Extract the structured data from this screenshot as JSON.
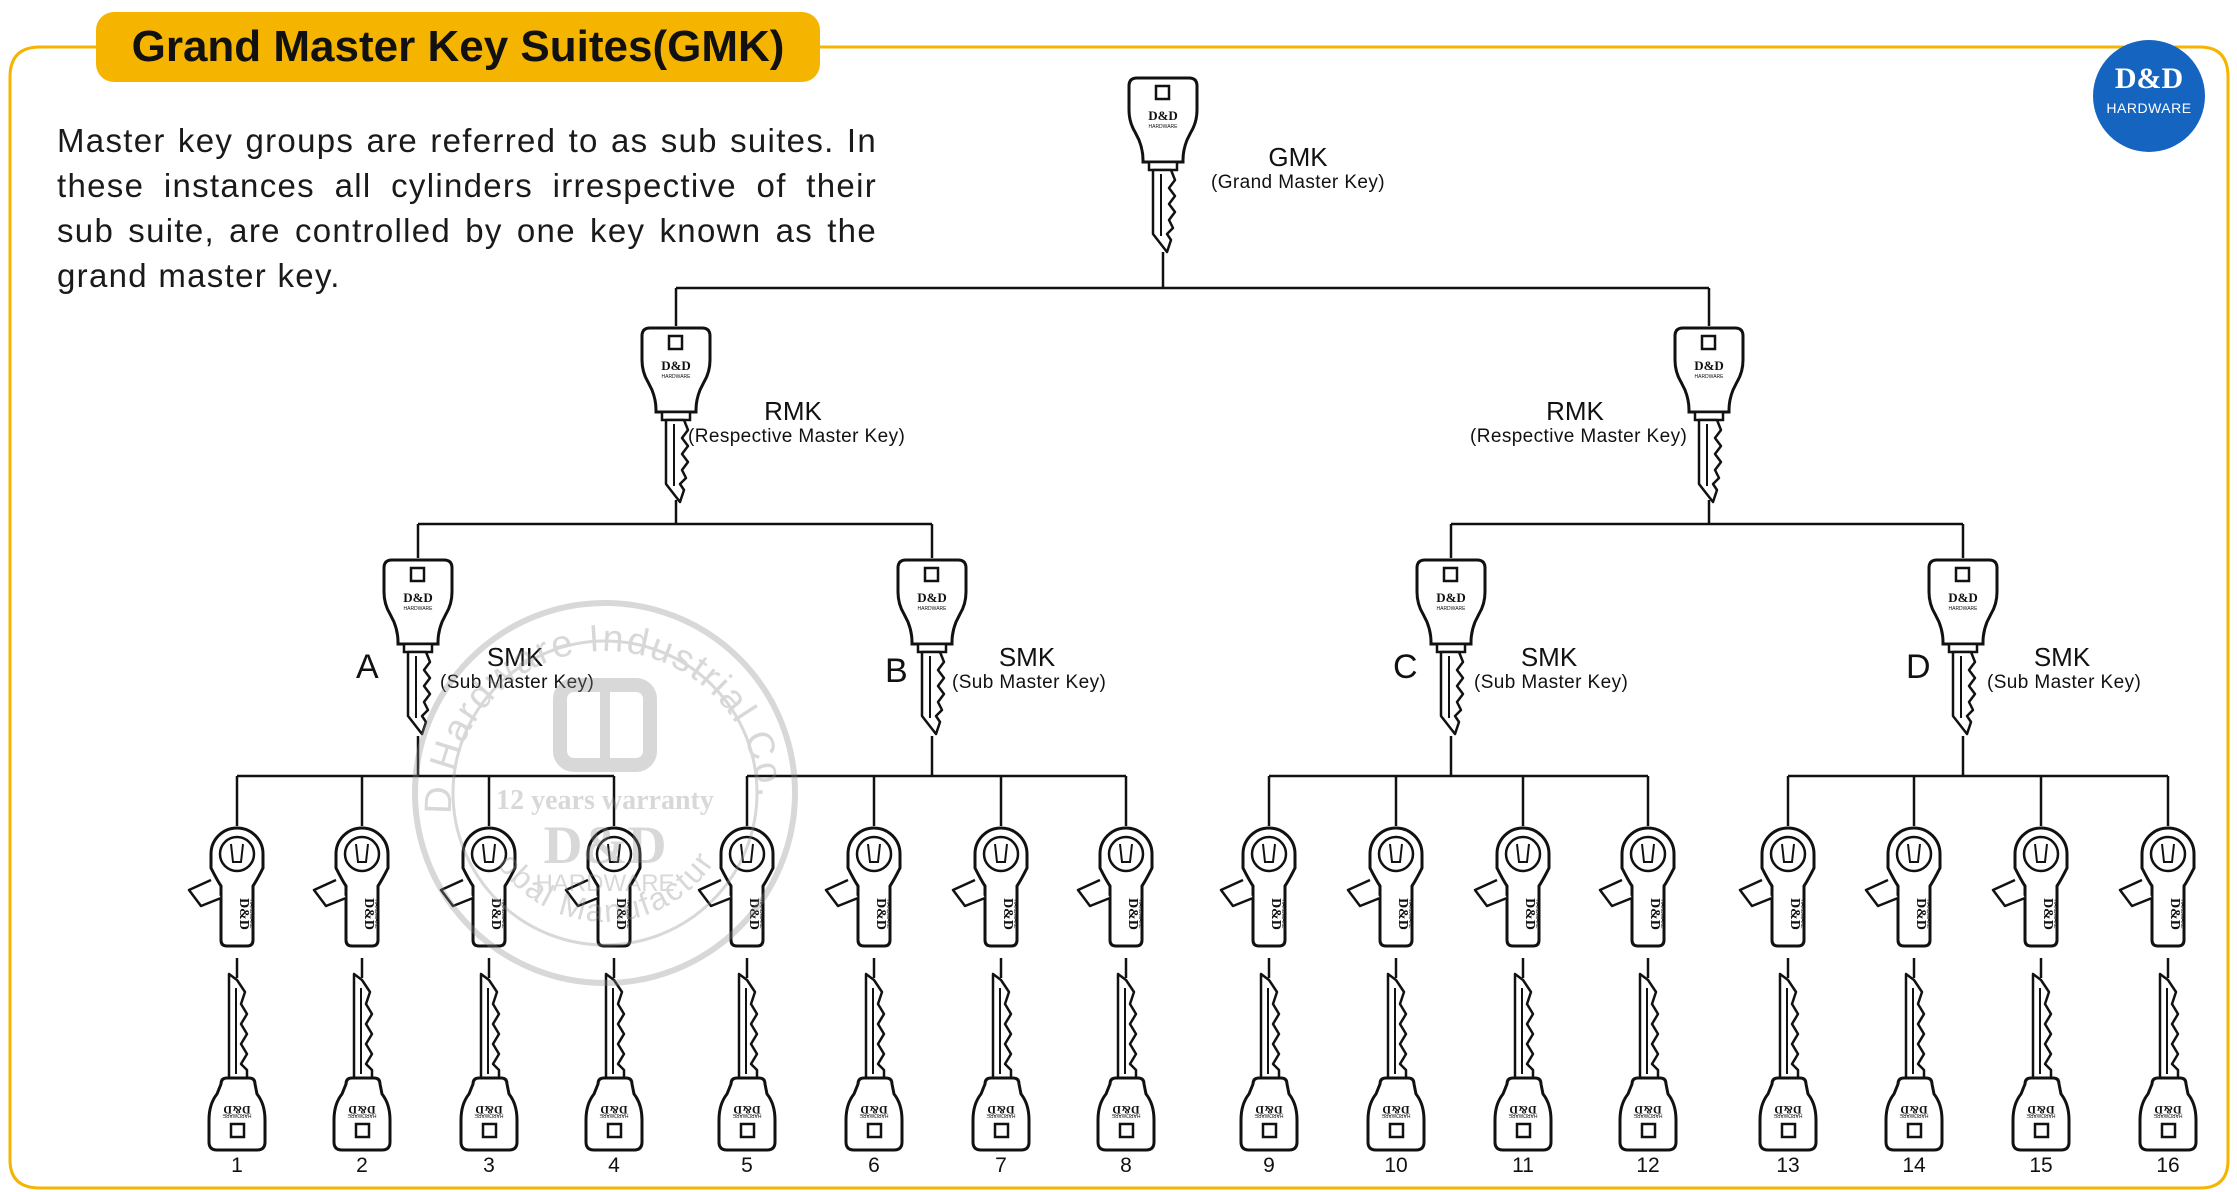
{
  "title": "Grand Master Key Suites(GMK)",
  "description": "Master key groups are referred to as sub suites. In these instances all cylinders irrespective of their sub suite, are controlled by one key known as the grand master key.",
  "brand": {
    "logo_text": "D&D",
    "logo_subtext": "HARDWARE",
    "logo_color": "#1565c0",
    "accent_color": "#f5b400",
    "key_stamp": "D&D",
    "key_stamp_sub": "HARDWARE"
  },
  "hierarchy": {
    "gmk": {
      "abbr": "GMK",
      "full": "(Grand Master Key)"
    },
    "rmk": [
      {
        "abbr": "RMK",
        "full": "(Respective Master Key)"
      },
      {
        "abbr": "RMK",
        "full": "(Respective Master Key)"
      }
    ],
    "smk": [
      {
        "group": "A",
        "abbr": "SMK",
        "full": "(Sub Master Key)"
      },
      {
        "group": "B",
        "abbr": "SMK",
        "full": "(Sub Master Key)"
      },
      {
        "group": "C",
        "abbr": "SMK",
        "full": "(Sub Master Key)"
      },
      {
        "group": "D",
        "abbr": "SMK",
        "full": "(Sub Master Key)"
      }
    ],
    "cylinders": [
      "1",
      "2",
      "3",
      "4",
      "5",
      "6",
      "7",
      "8",
      "9",
      "10",
      "11",
      "12",
      "13",
      "14",
      "15",
      "16"
    ]
  },
  "watermark": {
    "arc_text": "D&D Hardware Industrial Co.,Ltd",
    "bottom_text": "Global Manufacturer",
    "warranty": "12 years warranty",
    "brand": "D&D",
    "sub": "HARDWARE"
  }
}
